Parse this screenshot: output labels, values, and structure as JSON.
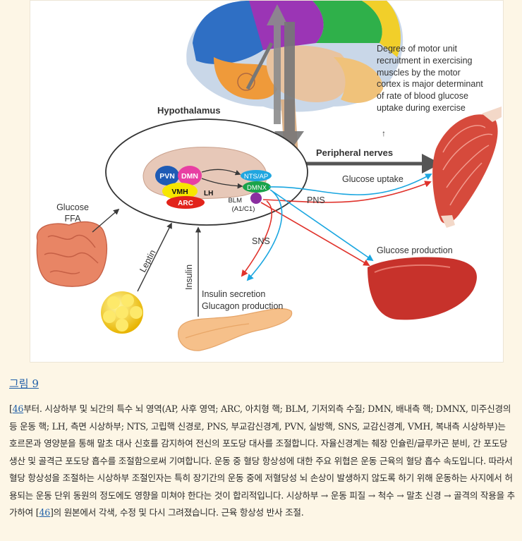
{
  "figure": {
    "labels": {
      "hypothalamus": "Hypothalamus",
      "motor_note": [
        "Degree of motor unit",
        "recruitment in exercising",
        "muscles by the motor",
        "cortex is major determinant",
        "of rate of blood glucose",
        "uptake during exercise"
      ],
      "motor_note_arrow": "↑",
      "peripheral_nerves": "Peripheral nerves",
      "glucose_uptake": "Glucose uptake",
      "pns": "PNS",
      "sns": "SNS",
      "glucose_production": "Glucose production",
      "insulin_secretion": "Insulin secretion",
      "glucagon_production": "Glucagon production",
      "glucose_ffa": [
        "Glucose",
        "FFA"
      ],
      "leptin": "Leptin",
      "insulin": "Insulin",
      "nuclei": {
        "pvn": "PVN",
        "dmn": "DMN",
        "vmh": "VMH",
        "lh": "LH",
        "arc": "ARC",
        "nts_ap": "NTS/AP",
        "dmnx": "DMNX",
        "blm": "BLM",
        "a1c1": "(A1/C1)"
      }
    },
    "colors": {
      "pvn": "#1e5bb5",
      "dmn": "#e83fa3",
      "vmh": "#f7e600",
      "arc": "#e2231a",
      "nts_ap": "#1fa6e0",
      "dmnx": "#1aa34a",
      "blm": "#8b2fa0",
      "sns_line": "#e0322b",
      "pns_line": "#1aa6e0",
      "main_arrow": "#555555"
    }
  },
  "fig_link": "그림 9",
  "caption": {
    "ref1": "46",
    "text1": "부터. 시상하부 및 뇌간의 특수 뇌 영역(AP, 사후 영역; ARC, 아치형 핵; BLM, 기저외측 수질; DMN, 배내측 핵; DMNX, 미주신경의 등 운동 핵; LH, 측면 시상하부; NTS, 고립핵 신경로, PNS, 부교감신경계, PVN, 실방핵, SNS, 교감신경계, VMH, 복내측 시상하부)는 호르몬과 영양분을 통해 말초 대사 신호를 감지하여 전신의 포도당 대사를 조절합니다. 자율신경계는 췌장 인슐린/글루카곤 분비, 간 포도당 생산 및 골격근 포도당 흡수를 조절함으로써 기여합니다. 운동 중 혈당 항상성에 대한 주요 위협은 운동 근육의 혈당 흡수 속도입니다. 따라서 혈당 항상성을 조절하는 시상하부 조절인자는 특히 장기간의 운동 중에 저혈당성 뇌 손상이 발생하지 않도록 하기 위해 운동하는 사지에서 허용되는 운동 단위 동원의 정도에도 영향을 미쳐야 한다는 것이 합리적입니다. 시상하부 → 운동 피질 → 척수 → 말초 신경 → 골격의 작용을 추가하여 [",
    "ref2": "46",
    "text2": "]의 원본에서 각색, 수정 및 다시 그려졌습니다. 근육 항상성 반사 조절."
  }
}
